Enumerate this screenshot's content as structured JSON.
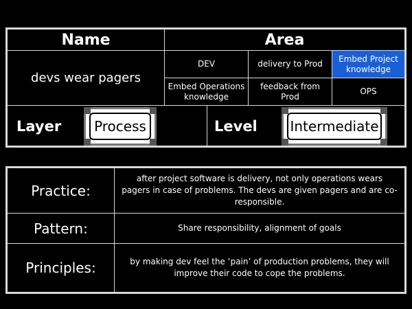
{
  "top": {
    "name_header": "Name",
    "area_header": "Area",
    "name_value": "devs wear pagers",
    "areas": [
      "DEV",
      "delivery to Prod",
      "Embed Project knowledge",
      "Embed Operations knowledge",
      "feedback from Prod",
      "OPS"
    ],
    "layer_label": "Layer",
    "layer_value": "Process",
    "level_label": "Level",
    "level_value": "Intermediate",
    "selected_color": "#1a5fd6"
  },
  "bottom": {
    "rows": [
      {
        "label": "Practice:",
        "text": "after project software is delivery, not only operations wears pagers in case of problems. The devs are given pagers and are co-responsible."
      },
      {
        "label": "Pattern:",
        "text": "Share responsibility, alignment of goals"
      },
      {
        "label": "Principles:",
        "text": "by making dev feel the ‘pain’ of production problems, they will improve their code to cope the problems."
      }
    ]
  }
}
